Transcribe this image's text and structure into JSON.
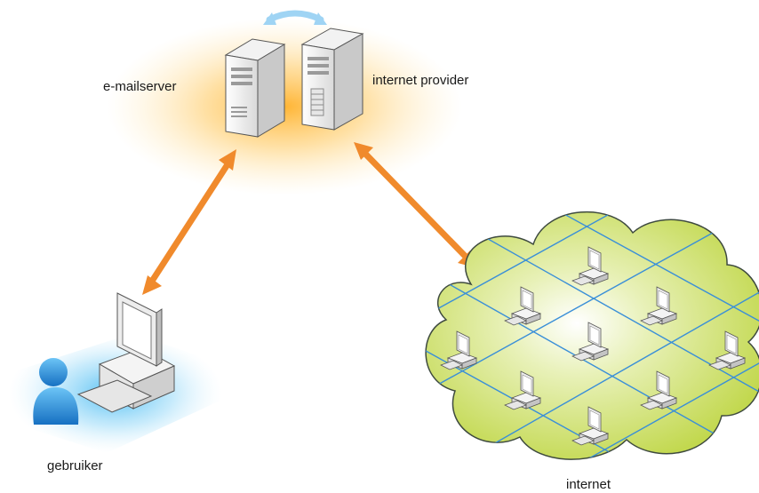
{
  "labels": {
    "email_server": "e-mailserver",
    "internet_provider": "internet provider",
    "user": "gebruiker",
    "internet": "internet"
  },
  "colors": {
    "arrow": "#F08A2C",
    "glow": "#FFB12A",
    "cloud_fill": "#C8DC58",
    "cloud_stroke": "#3E4A3F",
    "network_lines": "#3A8FD8",
    "user_glow": "#39B6F0",
    "person": "#1E8ADB",
    "sync_arrow": "#9FD4F4"
  },
  "icons": [
    "server-icon",
    "computer-icon",
    "person-icon",
    "cloud-icon",
    "double-arrow-icon"
  ]
}
